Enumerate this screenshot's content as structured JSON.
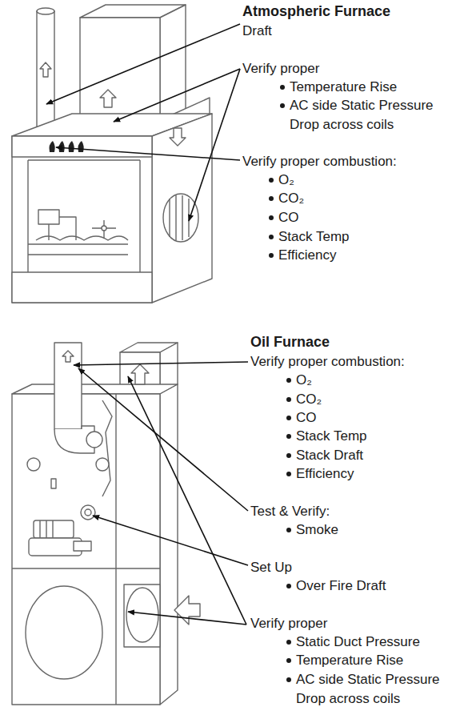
{
  "diagram": {
    "labels": [
      "Atmospheric Furnace",
      "Draft",
      "Verify proper",
      "Temperature Rise",
      "AC side Static Pressure Drop across coils",
      "Verify proper combustion:",
      "O₂",
      "CO₂",
      "CO",
      "Stack Temp",
      "Efficiency",
      "Oil Furnace",
      "Verify proper combustion:",
      "O₂",
      "CO₂",
      "CO",
      "Stack Temp",
      "Stack Draft",
      "Efficiency",
      "Test & Verify:",
      "Smoke",
      "Set Up",
      "Over Fire Draft",
      "Verify proper",
      "Static Duct Pressure",
      "Temperature Rise",
      "AC side Static Pressure Drop across coils"
    ]
  }
}
